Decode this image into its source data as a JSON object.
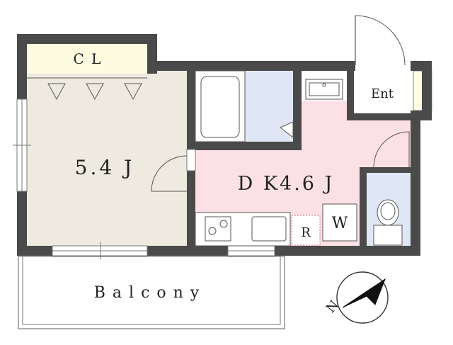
{
  "rooms": {
    "closet": "C L",
    "western_room": "5.4 J",
    "dining_kitchen": "D K4.6 J",
    "entrance": "Ent",
    "refrigerator": "R",
    "washer": "W",
    "balcony": "Balcony"
  },
  "compass": {
    "north_label": "N"
  },
  "colors": {
    "wall": "#4a4a4a",
    "western_room": "#eeeae0",
    "dining_kitchen": "#fbe1e6",
    "bath": "#dfe7f5",
    "closet": "#fdfbe0",
    "balcony": "#ffffff"
  }
}
